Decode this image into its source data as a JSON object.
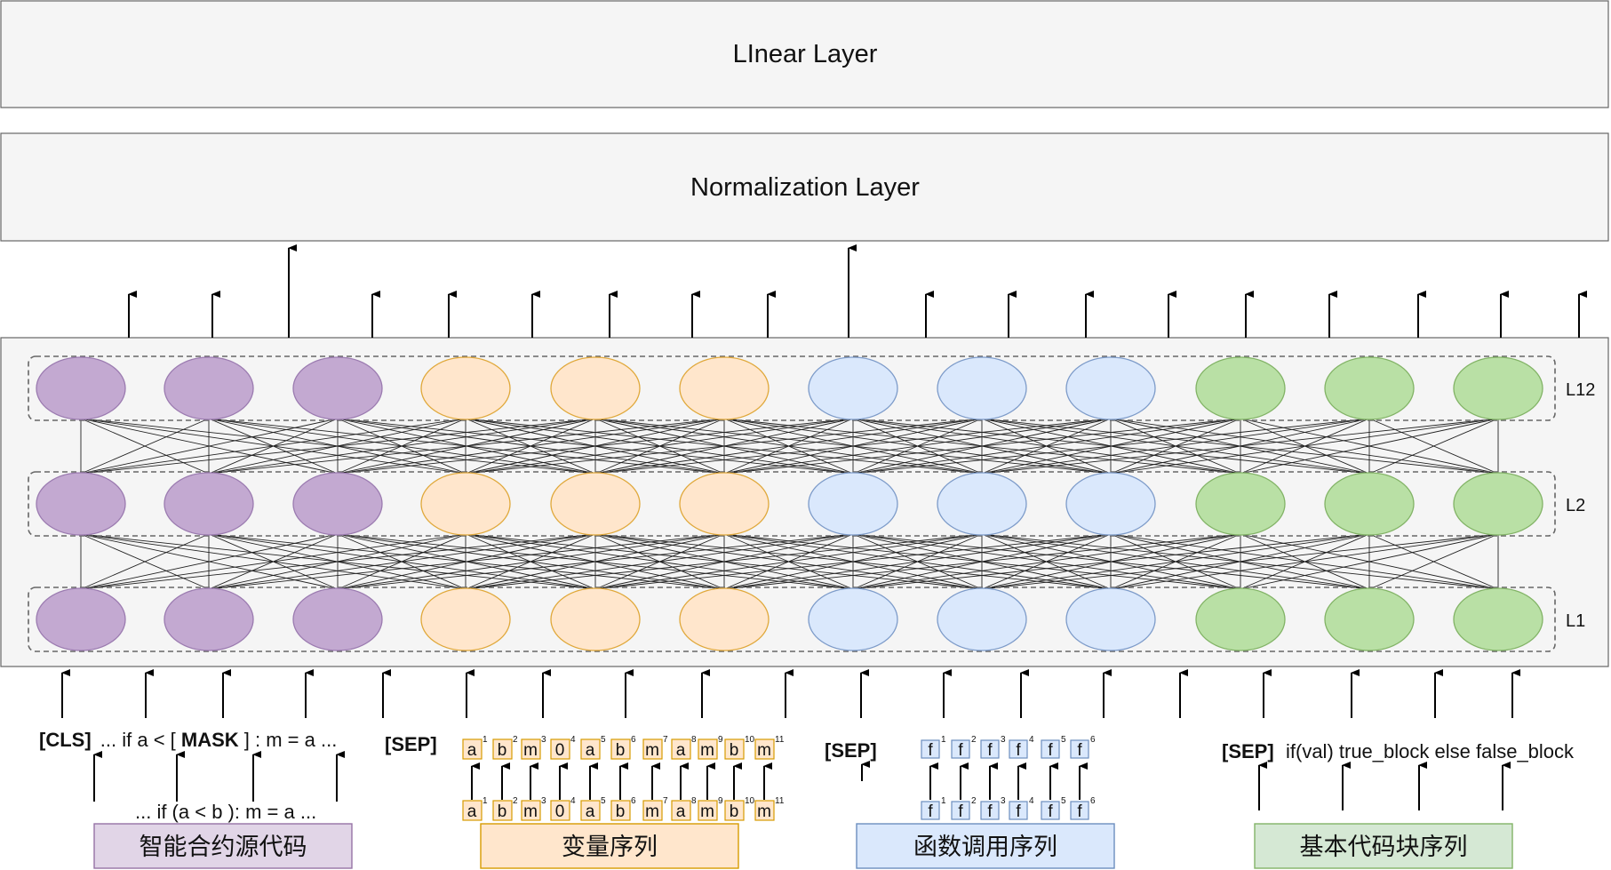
{
  "layers": {
    "linear": "LInear Layer",
    "normalization": "Normalization Layer"
  },
  "encoder": {
    "layer_labels": [
      "L12",
      "L2",
      "L1"
    ],
    "neuron_groups": [
      {
        "count": 3,
        "fill": "#c3a9d1",
        "stroke": "#9b7bb0"
      },
      {
        "count": 3,
        "fill": "#ffe6cc",
        "stroke": "#e0a83a"
      },
      {
        "count": 3,
        "fill": "#dae8fc",
        "stroke": "#7d9bc9"
      },
      {
        "count": 3,
        "fill": "#b9e0a5",
        "stroke": "#82b366"
      }
    ]
  },
  "inputs": {
    "source": {
      "cls": "[CLS]",
      "text1": "... if  a < [",
      "mask": "MASK",
      "text2": "] :  m = a ...",
      "sep": "[SEP]",
      "original": "... if (a < b ): m = a ..."
    },
    "variable_tokens": [
      "a",
      "b",
      "m",
      "0",
      "a",
      "b",
      "m",
      "a",
      "m",
      "b",
      "m"
    ],
    "variable_indices": [
      "1",
      "2",
      "3",
      "4",
      "5",
      "6",
      "7",
      "8",
      "9",
      "10",
      "11"
    ],
    "function_sep": "[SEP]",
    "function_tokens": [
      "f",
      "f",
      "f",
      "f",
      "f",
      "f"
    ],
    "function_indices": [
      "1",
      "2",
      "3",
      "4",
      "5",
      "6"
    ],
    "block_sep": "[SEP]",
    "block_text": "if(val) true_block  else false_block"
  },
  "categories": [
    {
      "label": "智能合约源代码",
      "fill": "#e1d5e7",
      "stroke": "#9673a6"
    },
    {
      "label": "变量序列",
      "fill": "#ffe6cc",
      "stroke": "#d79b00"
    },
    {
      "label": "函数调用序列",
      "fill": "#dae8fc",
      "stroke": "#6c8ebf"
    },
    {
      "label": "基本代码块序列",
      "fill": "#d5e8d4",
      "stroke": "#82b366"
    }
  ]
}
